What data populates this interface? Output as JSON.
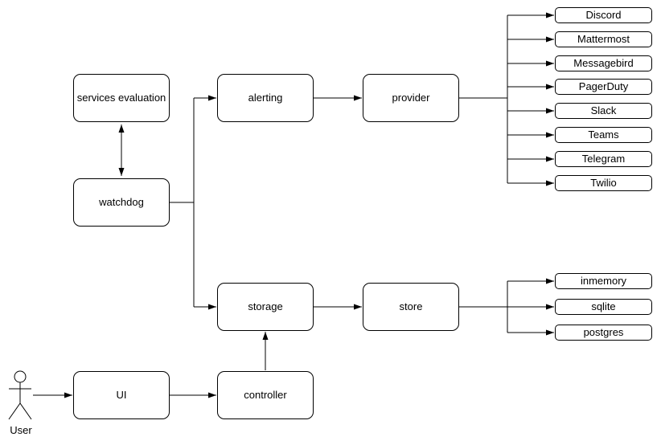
{
  "diagram": {
    "background_color": "#ffffff",
    "stroke_color": "#000000",
    "node_fill_color": "#ffffff",
    "nodes": {
      "services_evaluation": "services evaluation",
      "watchdog": "watchdog",
      "alerting": "alerting",
      "provider": "provider",
      "storage": "storage",
      "store": "store",
      "ui": "UI",
      "controller": "controller"
    },
    "provider_types": [
      "Discord",
      "Mattermost",
      "Messagebird",
      "PagerDuty",
      "Slack",
      "Teams",
      "Telegram",
      "Twilio"
    ],
    "store_types": [
      "inmemory",
      "sqlite",
      "postgres"
    ],
    "actor": {
      "label": "User"
    },
    "edges": [
      {
        "from": "watchdog",
        "to": "services evaluation",
        "style": "bidirectional-arrow"
      },
      {
        "from": "watchdog",
        "to": "alerting",
        "style": "arrow"
      },
      {
        "from": "watchdog",
        "to": "storage",
        "style": "arrow"
      },
      {
        "from": "alerting",
        "to": "provider",
        "style": "arrow"
      },
      {
        "from": "provider",
        "to": "Discord",
        "style": "arrow"
      },
      {
        "from": "provider",
        "to": "Mattermost",
        "style": "arrow"
      },
      {
        "from": "provider",
        "to": "Messagebird",
        "style": "arrow"
      },
      {
        "from": "provider",
        "to": "PagerDuty",
        "style": "arrow"
      },
      {
        "from": "provider",
        "to": "Slack",
        "style": "arrow"
      },
      {
        "from": "provider",
        "to": "Teams",
        "style": "arrow"
      },
      {
        "from": "provider",
        "to": "Telegram",
        "style": "arrow"
      },
      {
        "from": "provider",
        "to": "Twilio",
        "style": "arrow"
      },
      {
        "from": "storage",
        "to": "store",
        "style": "arrow"
      },
      {
        "from": "store",
        "to": "inmemory",
        "style": "arrow"
      },
      {
        "from": "store",
        "to": "sqlite",
        "style": "arrow"
      },
      {
        "from": "store",
        "to": "postgres",
        "style": "arrow"
      },
      {
        "from": "User",
        "to": "UI",
        "style": "arrow"
      },
      {
        "from": "UI",
        "to": "controller",
        "style": "arrow"
      },
      {
        "from": "controller",
        "to": "storage",
        "style": "arrow"
      }
    ]
  }
}
